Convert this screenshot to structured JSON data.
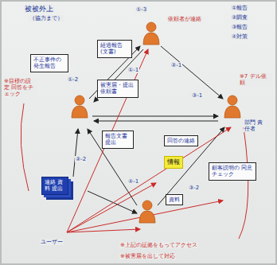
{
  "diagram": {
    "nodes": [
      {
        "text": [
          "不正事件の 発生報告"
        ]
      },
      {
        "text": [
          "経過報告 (文書)"
        ]
      },
      {
        "text": [
          "被害届・提出 依頼書"
        ]
      },
      {
        "text": [
          "報告文書 提出"
        ]
      },
      {
        "text": [
          "連絡 資料 提出"
        ]
      },
      {
        "text": [
          "情報"
        ]
      },
      {
        "text": [
          "回答の連絡"
        ]
      },
      {
        "text": [
          "顧客説明の 同意チェック"
        ]
      },
      {
        "text": [
          "資料"
        ]
      }
    ],
    "labels": [
      "被被外上",
      "（協力まで）",
      "①報告",
      "②調査",
      "③報告",
      "④対策",
      "①-3",
      "依頼者が連絡",
      "①-2",
      "①-1",
      "②-1",
      "②-2",
      "③-1",
      "③-2",
      "④-1",
      "部門 責任者",
      "※目標の設定 回答をチェック",
      "※7 デル依頼",
      "※上記の証拠をもってアクセス",
      "※被害届を出して対応",
      "ユーザー"
    ]
  }
}
